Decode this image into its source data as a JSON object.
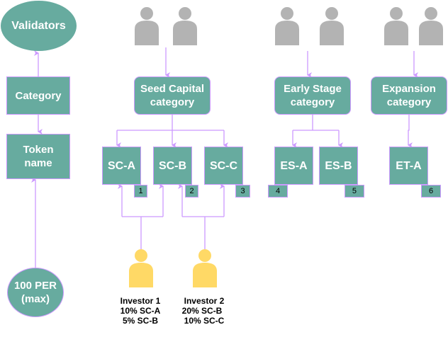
{
  "colors": {
    "node_fill": "#67ab9f",
    "edge": "#cc99ff",
    "person_gray": "#b3b3b3",
    "investor_yellow": "#ffd966"
  },
  "legend": {
    "validators": "Validators",
    "category": "Category",
    "token_name_line1": "Token",
    "token_name_line2": "name",
    "max_per_line1": "100 PER",
    "max_per_line2": "(max)"
  },
  "categories": [
    {
      "line1": "Seed Capital",
      "line2": "category"
    },
    {
      "line1": "Early Stage",
      "line2": "category"
    },
    {
      "line1": "Expansion",
      "line2": "category"
    }
  ],
  "tokens": [
    {
      "name": "SC-A",
      "id": "1"
    },
    {
      "name": "SC-B",
      "id": "2"
    },
    {
      "name": "SC-C",
      "id": "3"
    },
    {
      "name": "ES-A",
      "id": "4"
    },
    {
      "name": "ES-B",
      "id": "5"
    },
    {
      "name": "ET-A",
      "id": "6"
    }
  ],
  "investors": [
    {
      "name": "Investor 1",
      "holding1": "10% SC-A",
      "holding2": "5% SC-B"
    },
    {
      "name": "Investor 2",
      "holding1": "20% SC-B",
      "holding2": "10% SC-C"
    }
  ]
}
